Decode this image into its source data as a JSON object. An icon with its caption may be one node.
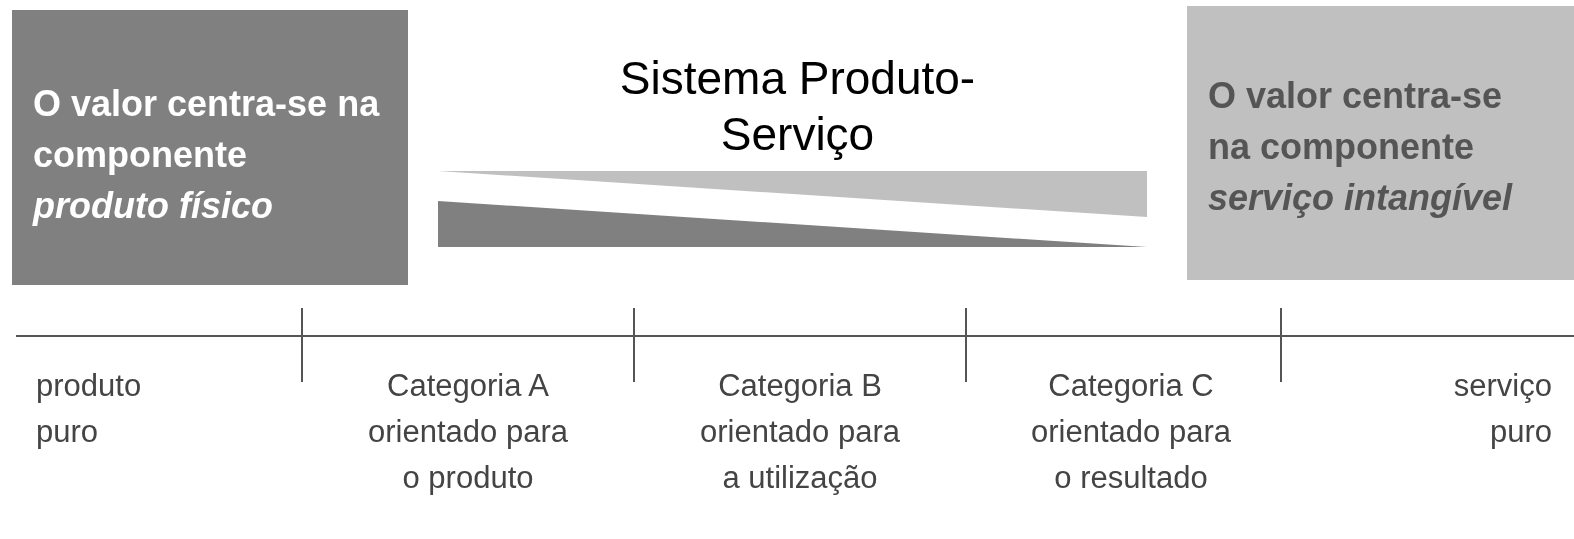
{
  "diagram": {
    "title": "Sistema Produto-Serviço",
    "nodes": [
      {
        "text": [
          "O valor centra-se na componente *produto físico*"
        ]
      },
      {
        "text": [
          "O valor centra-se na componente *serviço intangível*"
        ]
      }
    ],
    "labels": [
      "produto puro",
      "Categoria A orientado para o produto",
      "Categoria B orientado para a utilização",
      "Categoria C orientado para o resultado",
      "serviço puro"
    ]
  }
}
